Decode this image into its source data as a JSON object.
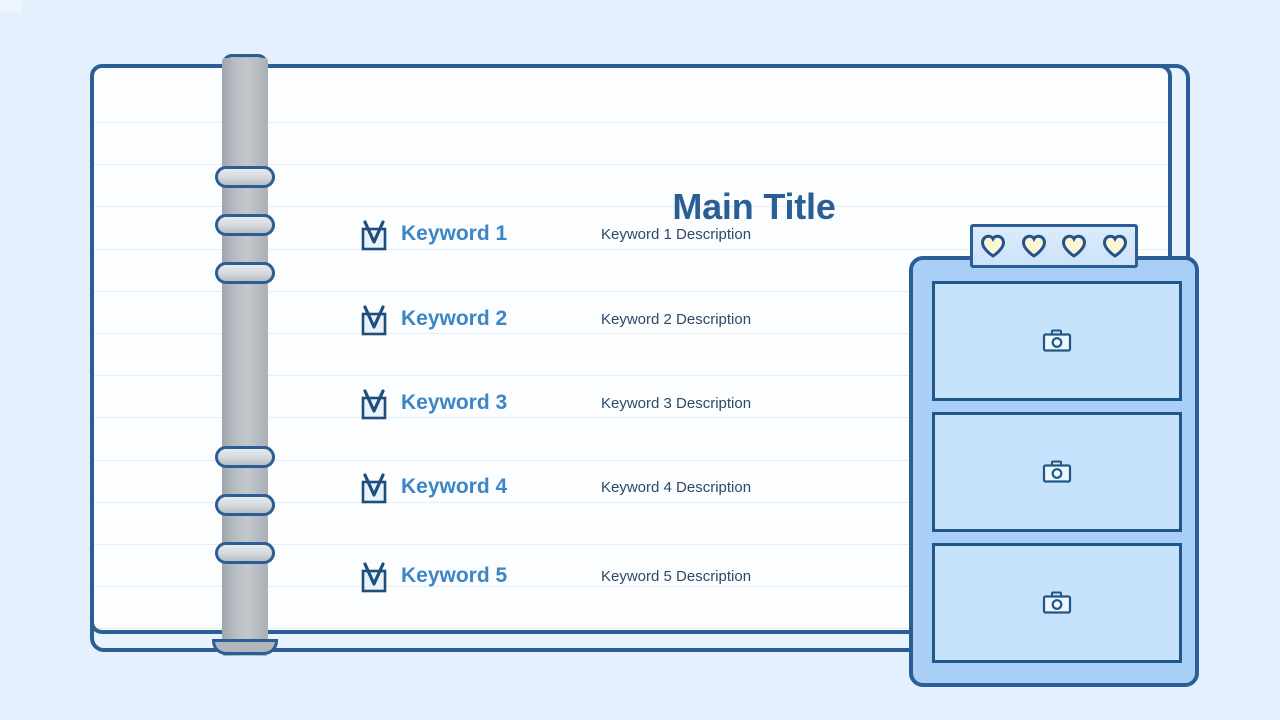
{
  "theme": {
    "background": "#e4f0fd",
    "page": "#fbfdff",
    "ink_dark": "#2b5e94",
    "title_color": "#2a5f96",
    "keyword_color": "#3d86c6",
    "desc_color": "#2d4a66",
    "rule_line": "#e2eefb",
    "margin_line": "#f2e3a8",
    "panel_fill": "#a9cff6",
    "photo_fill": "#c7e2fb",
    "heart_fill": "#fbf7d4",
    "spine_gray": "#b7bdc2"
  },
  "notebook": {
    "title": "Main Title",
    "rows": [
      {
        "icon": "checkbox-check-icon",
        "keyword": "Keyword 1",
        "description": "Keyword 1 Description"
      },
      {
        "icon": "checkbox-check-icon",
        "keyword": "Keyword 2",
        "description": "Keyword 2 Description"
      },
      {
        "icon": "checkbox-check-icon",
        "keyword": "Keyword 3",
        "description": "Keyword 3 Description"
      },
      {
        "icon": "checkbox-check-icon",
        "keyword": "Keyword 4",
        "description": "Keyword 4 Description"
      },
      {
        "icon": "checkbox-check-icon",
        "keyword": "Keyword 5",
        "description": "Keyword 5 Description"
      }
    ],
    "rings_count": 6
  },
  "side_panel": {
    "hearts": [
      {
        "icon": "heart-icon"
      },
      {
        "icon": "heart-icon"
      },
      {
        "icon": "heart-icon"
      },
      {
        "icon": "heart-icon"
      }
    ],
    "photos": [
      {
        "icon": "camera-icon"
      },
      {
        "icon": "camera-icon"
      },
      {
        "icon": "camera-icon"
      }
    ]
  }
}
